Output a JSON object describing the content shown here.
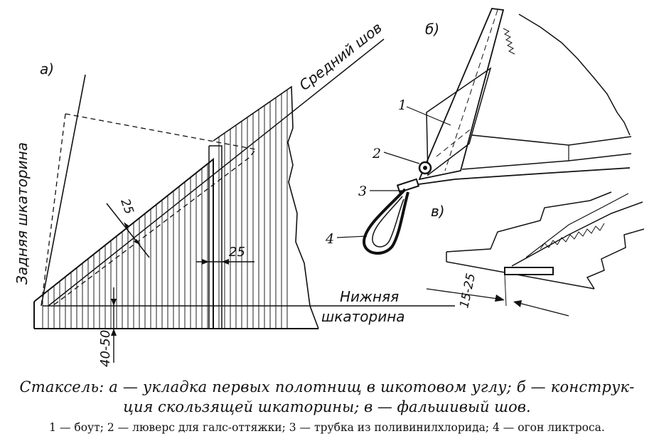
{
  "figure": {
    "label_a": "а)",
    "label_b": "б)",
    "label_v": "в)",
    "labels_a": {
      "rear_edge": "Задняя шкаторина",
      "middle_seam": "Средний шов",
      "bottom_edge_1": "Нижняя",
      "bottom_edge_2": "шкаторина",
      "dim_25_diag": "25",
      "dim_25_horiz": "25",
      "dim_40_50": "40-50"
    },
    "labels_b": {
      "n1": "1",
      "n2": "2",
      "n3": "3",
      "n4": "4"
    },
    "labels_v": {
      "dim_15_25": "15-25"
    }
  },
  "caption": {
    "line1": "Стаксель: а — укладка первых полотнищ в шкотовом углу; б — конструк-",
    "line2": "ция скользящей шкаторины; в — фальшивый шов.",
    "line3": "1 — боут; 2 — люверс для галс-оттяжки; 3 — трубка из поливинилхлорида; 4 — огон ликтроса."
  }
}
